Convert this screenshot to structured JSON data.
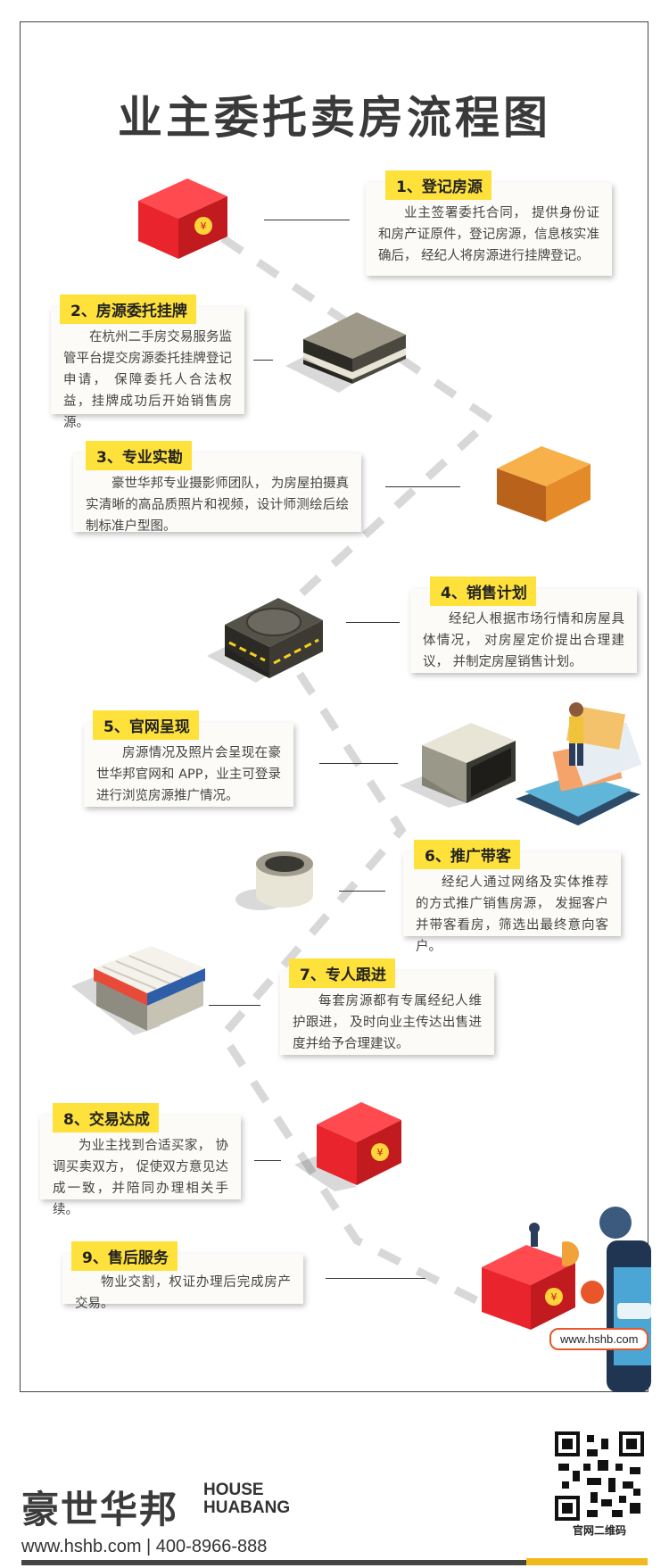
{
  "title": "业主委托卖房流程图",
  "steps": [
    {
      "label": "1、登记房源",
      "text": "业主签署委托合同， 提供身份证和房产证原件，登记房源，信息核实准确后， 经纪人将房源进行挂牌登记。"
    },
    {
      "label": "2、房源委托挂牌",
      "text": "在杭州二手房交易服务监管平台提交房源委托挂牌登记申请， 保障委托人合法权益，挂牌成功后开始销售房源。"
    },
    {
      "label": "3、专业实勘",
      "text": "豪世华邦专业摄影师团队， 为房屋拍摄真实清晰的高品质照片和视频，设计师测绘后绘制标准户型图。"
    },
    {
      "label": "4、销售计划",
      "text": "经纪人根据市场行情和房屋具体情况， 对房屋定价提出合理建议， 并制定房屋销售计划。"
    },
    {
      "label": "5、官网呈现",
      "text": "房源情况及照片会呈现在豪世华邦官网和 APP，业主可登录进行浏览房源推广情况。"
    },
    {
      "label": "6、推广带客",
      "text": "经纪人通过网络及实体推荐的方式推广销售房源， 发掘客户并带客看房，筛选出最终意向客户。"
    },
    {
      "label": "7、专人跟进",
      "text": "每套房源都有专属经纪人维护跟进， 及时向业主传达出售进度并给予合理建议。"
    },
    {
      "label": "8、交易达成",
      "text": "为业主找到合适买家， 协调买卖双方， 促使双方意见达成一致，并陪同办理相关手续。"
    },
    {
      "label": "9、售后服务",
      "text": "物业交割，权证办理后完成房产交易。"
    }
  ],
  "website_chip": "www.hshb.com",
  "footer": {
    "brand": "豪世华邦",
    "house": "HOUSE",
    "huabang": "HUABANG",
    "contact": "www.hshb.com | 400-8966-888",
    "qr_label": "官网二维码"
  },
  "colors": {
    "accent": "#ffe13c",
    "red": "#e9242c",
    "orange": "#f0982f",
    "brand_gold": "#f2b81c"
  }
}
